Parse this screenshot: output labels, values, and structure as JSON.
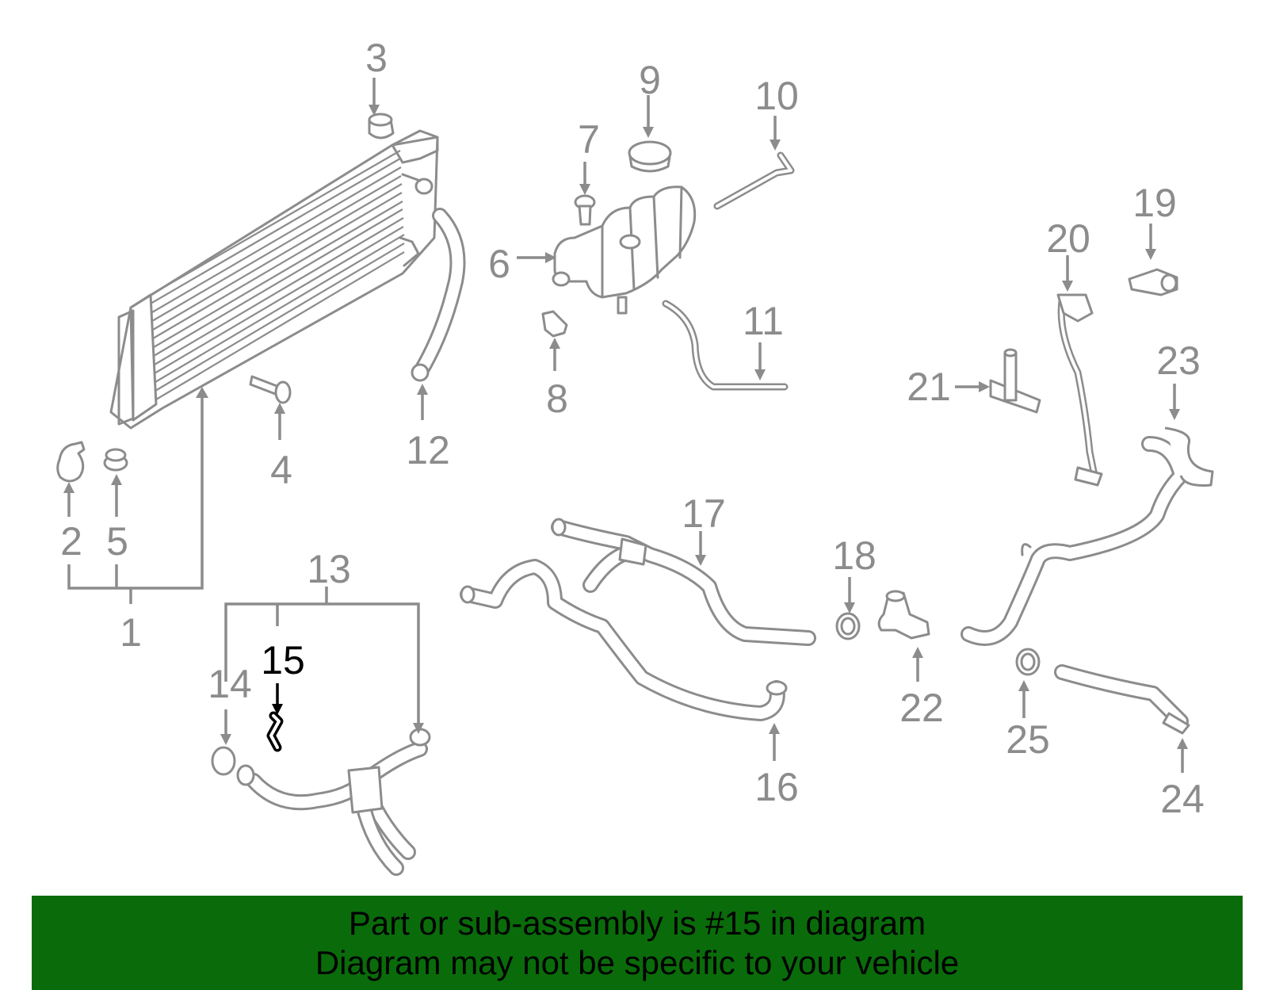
{
  "diagram": {
    "highlight_color": "#000000",
    "part_color": "#8c8c8c",
    "highlighted_part": "15",
    "callouts": [
      "1",
      "2",
      "3",
      "4",
      "5",
      "6",
      "7",
      "8",
      "9",
      "10",
      "11",
      "12",
      "13",
      "14",
      "15",
      "16",
      "17",
      "18",
      "19",
      "20",
      "21",
      "22",
      "23",
      "24",
      "25"
    ]
  },
  "banner": {
    "background": "#0a6b0a",
    "line1": "Part or sub-assembly is #15 in diagram",
    "line2": "Diagram may not be specific to your vehicle"
  }
}
